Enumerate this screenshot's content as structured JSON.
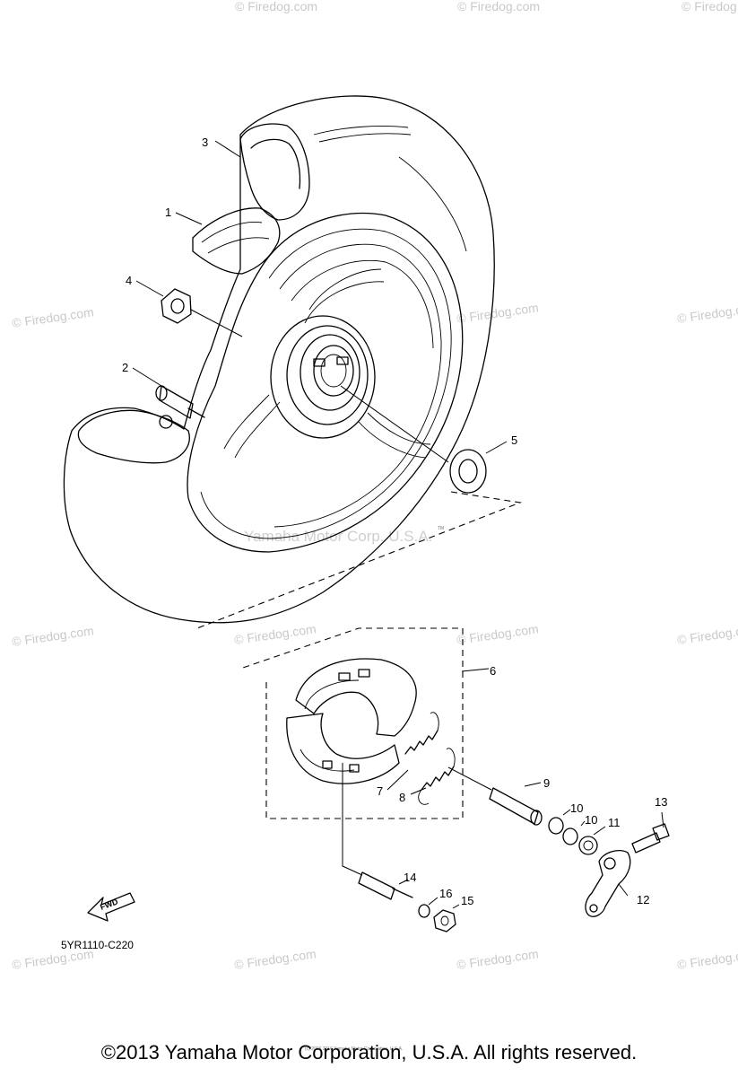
{
  "diagram": {
    "part_labels": [
      "1",
      "2",
      "3",
      "4",
      "5",
      "6",
      "7",
      "8",
      "9",
      "10",
      "10",
      "11",
      "12",
      "13",
      "14",
      "15",
      "16"
    ],
    "diagram_code": "5YR1110-C220",
    "fwd_label": "FWD",
    "center_watermark": "Yamaha Motor Corp. U.S.A.",
    "center_watermark_mark": "TM",
    "firedog_watermark": "© Firedog.com",
    "fine_print": "(c) 2006 2016 Yamaha Motor Corporation, U.S.A."
  },
  "footer": {
    "copyright": "©2013 Yamaha Motor Corporation, U.S.A. All rights reserved."
  }
}
